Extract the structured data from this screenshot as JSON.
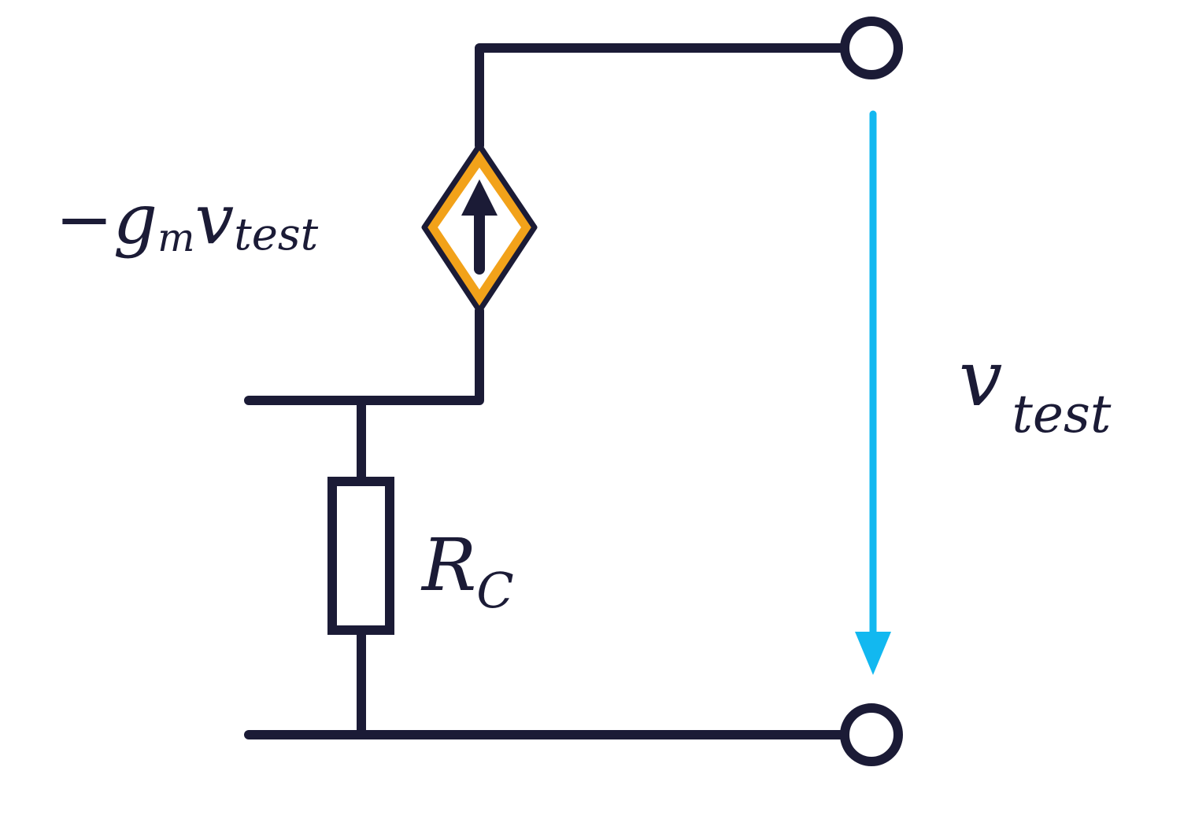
{
  "diagram": {
    "current_source_label": {
      "prefix": "−",
      "main": "g",
      "main_sub": "m",
      "var": "v",
      "var_sub": "test"
    },
    "resistor_label": {
      "main": "R",
      "sub": "C"
    },
    "voltage_label": {
      "main": "v",
      "sub": "test"
    },
    "colors": {
      "wire": "#1b1b36",
      "source_outline": "#f2a21a",
      "voltage_arrow": "#12b8f0",
      "background": "#ffffff"
    },
    "icons": {
      "dependent_source": "diamond-current-source-icon",
      "terminal": "open-circle-terminal-icon",
      "resistor": "rectangle-resistor-icon",
      "arrow": "downward-arrow-icon"
    }
  }
}
